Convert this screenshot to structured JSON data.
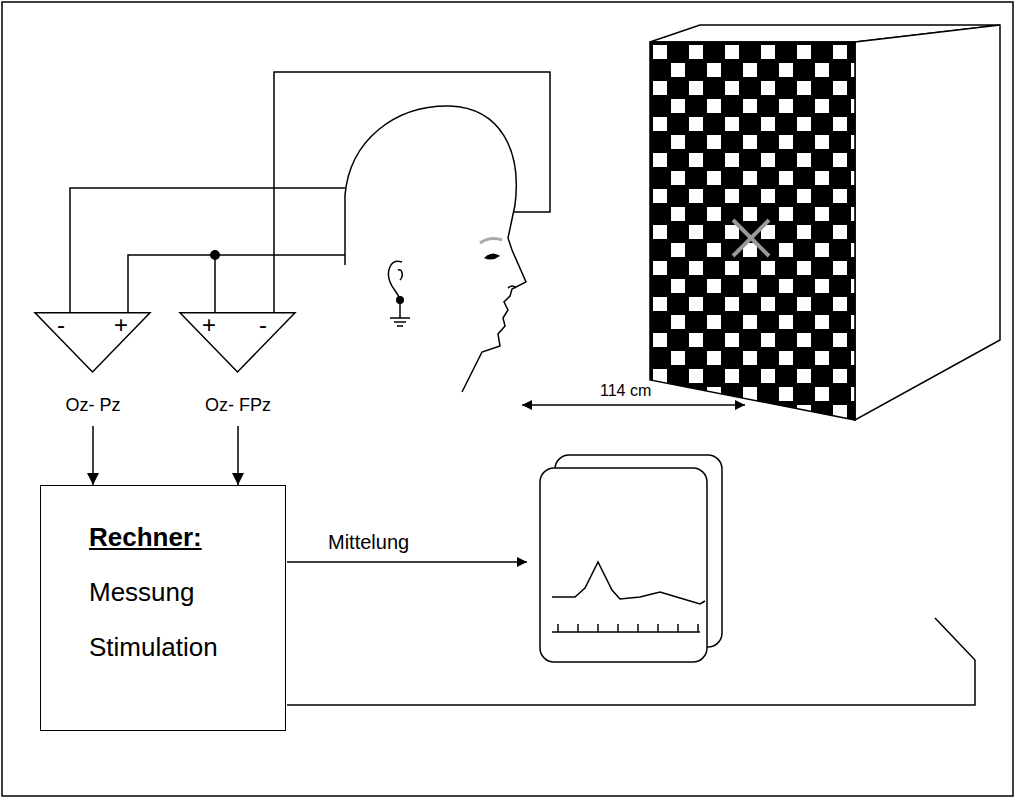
{
  "diagram": {
    "nodes": [
      {
        "text": [
          "-",
          "+",
          "Oz- Pz"
        ]
      },
      {
        "text": [
          "+",
          "-",
          "Oz- FPz"
        ]
      },
      {
        "text": [
          "Rechner:",
          "Messung",
          "Stimulation"
        ]
      }
    ],
    "edges": [
      {
        "from": 0,
        "to": 2,
        "arrow": "to"
      },
      {
        "from": 1,
        "to": 2,
        "arrow": "to"
      }
    ],
    "labels": [
      "Mittelung",
      "114 cm"
    ]
  }
}
